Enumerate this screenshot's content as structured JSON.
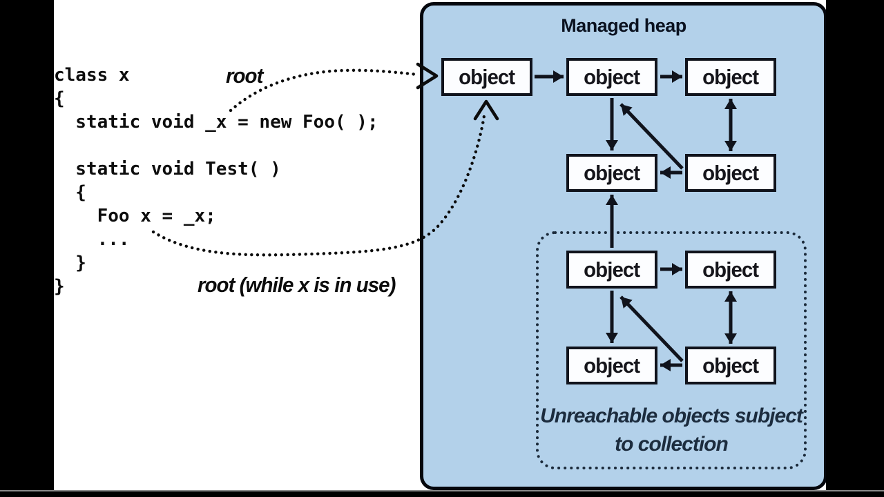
{
  "code": {
    "lines": [
      "class x",
      "{",
      "  static void _x = new Foo( );",
      "",
      "  static void Test( )",
      "  {",
      "    Foo x = _x;",
      "    ...",
      "  }",
      "}"
    ]
  },
  "labels": {
    "root": "root",
    "root_while_in_use": "root (while x is in use)"
  },
  "heap": {
    "title": "Managed heap",
    "nodes": [
      {
        "label": "object"
      },
      {
        "label": "object"
      },
      {
        "label": "object"
      },
      {
        "label": "object"
      },
      {
        "label": "object"
      },
      {
        "label": "object"
      },
      {
        "label": "object"
      },
      {
        "label": "object"
      },
      {
        "label": "object"
      }
    ],
    "unreachable_caption_line1": "Unreachable objects subject",
    "unreachable_caption_line2": "to collection"
  },
  "colors": {
    "heap_fill": "#b3d1ea",
    "panel_border": "#05070d",
    "box_border": "#10131c",
    "arrow_black": "#10131c",
    "dotted_navy": "#1b2a3a",
    "caption_navy": "#1c2c3e",
    "letterbox": "#000000"
  }
}
